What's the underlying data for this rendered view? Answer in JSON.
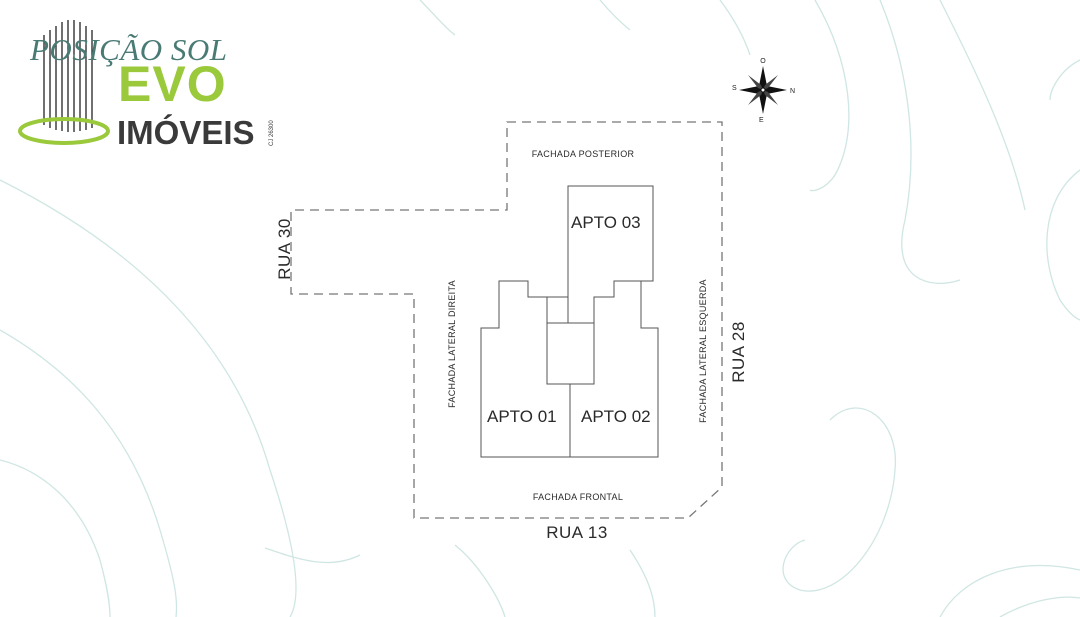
{
  "logo": {
    "title": "POSIÇÃO SOL",
    "brand": "EVO",
    "subtitle": "IMÓVEIS",
    "registration": "CJ 26300"
  },
  "compass": {
    "west": "O",
    "north": "N",
    "east": "E",
    "south": "S"
  },
  "facades": {
    "rear": "FACHADA POSTERIOR",
    "front": "FACHADA FRONTAL",
    "right": "FACHADA LATERAL DIREITA",
    "left": "FACHADA LATERAL ESQUERDA"
  },
  "streets": {
    "left": "RUA 30",
    "right": "RUA 28",
    "bottom": "RUA 13"
  },
  "units": {
    "apto1": "APTO 01",
    "apto2": "APTO 02",
    "apto3": "APTO 03"
  },
  "colors": {
    "background_lines": "#cfe6e3",
    "logo_green": "#9ac93c",
    "logo_teal": "#4a7a74"
  }
}
